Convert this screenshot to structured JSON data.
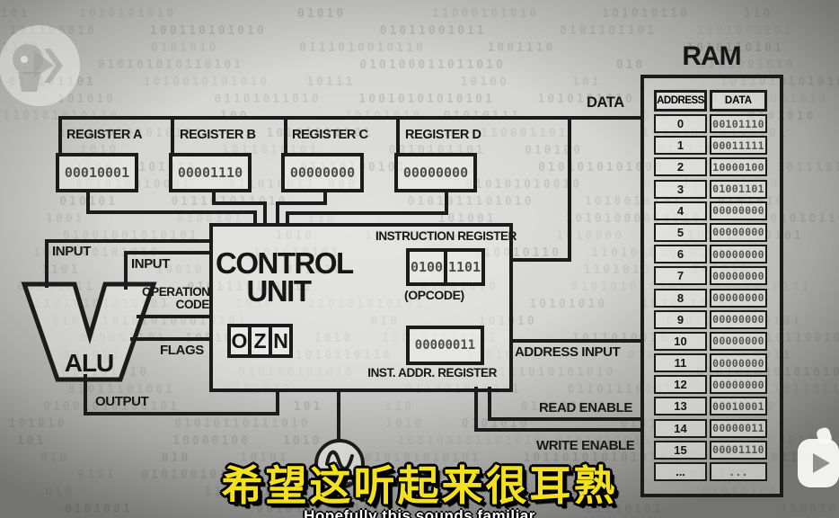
{
  "watermark": {
    "name": "PBS"
  },
  "header": {
    "ram_title": "RAM",
    "data_bus_label": "DATA"
  },
  "registers": [
    {
      "label": "REGISTER A",
      "value": "00010001"
    },
    {
      "label": "REGISTER B",
      "value": "00001110"
    },
    {
      "label": "REGISTER C",
      "value": "00000000"
    },
    {
      "label": "REGISTER D",
      "value": "00000000"
    }
  ],
  "control_unit": {
    "title_line1": "CONTROL",
    "title_line2": "UNIT",
    "instruction_register_label": "INSTRUCTION REGISTER",
    "instruction_register_cells": [
      "0100",
      "1101"
    ],
    "opcode_label": "(OPCODE)",
    "flags": [
      "O",
      "Z",
      "N"
    ],
    "inst_addr_value": "00000011",
    "inst_addr_label": "INST. ADDR. REGISTER"
  },
  "alu": {
    "label": "ALU",
    "input_top_label": "INPUT",
    "input_bottom_label": "INPUT",
    "operation_code_label": "OPERATION CODE",
    "flags_label": "FLAGS",
    "output_label": "OUTPUT"
  },
  "signals": {
    "address_input": "ADDRESS INPUT",
    "read_enable": "READ ENABLE",
    "write_enable": "WRITE ENABLE"
  },
  "clock": {
    "label": "CLOCK"
  },
  "ram": {
    "columns": [
      "ADDRESS",
      "DATA"
    ],
    "rows": [
      [
        "0",
        "00101110"
      ],
      [
        "1",
        "00011111"
      ],
      [
        "2",
        "10000100"
      ],
      [
        "3",
        "01001101"
      ],
      [
        "4",
        "00000000"
      ],
      [
        "5",
        "00000000"
      ],
      [
        "6",
        "00000000"
      ],
      [
        "7",
        "00000000"
      ],
      [
        "8",
        "00000000"
      ],
      [
        "9",
        "00000000"
      ],
      [
        "10",
        "00000000"
      ],
      [
        "11",
        "00000000"
      ],
      [
        "12",
        "00000000"
      ],
      [
        "13",
        "00010001"
      ],
      [
        "14",
        "00000011"
      ],
      [
        "15",
        "00001110"
      ],
      [
        "...",
        "..."
      ]
    ]
  },
  "subtitles": {
    "chinese": "希望这听起来很耳熟",
    "english": "Hopefully this sounds familiar"
  },
  "colors": {
    "subtitle_yellow": "#f3e120",
    "diagram_line": "#1b1b1b",
    "binary_value_gray": "#4e4e4c"
  }
}
